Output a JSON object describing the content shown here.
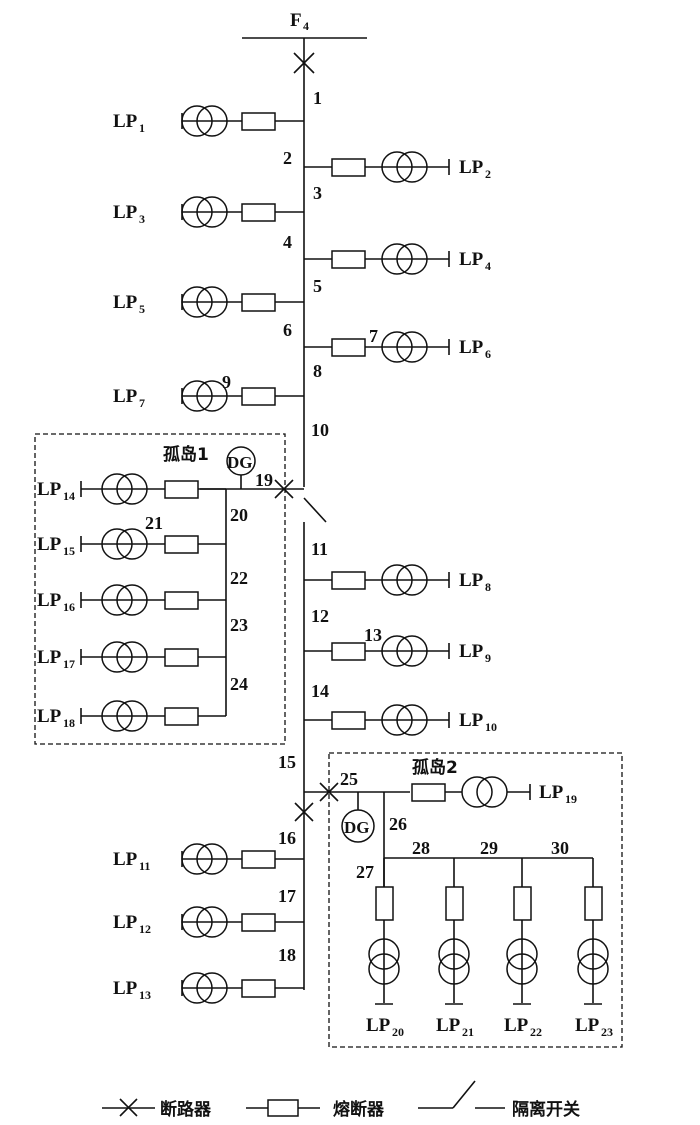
{
  "feeder": {
    "label": "F",
    "sub": "4"
  },
  "islands": [
    {
      "label": "孤岛1",
      "dg_label": "DG"
    },
    {
      "label": "孤岛2",
      "dg_label": "DG"
    }
  ],
  "main_loads": [
    {
      "id": "LP1",
      "sub": "1",
      "side": "left",
      "node": "1"
    },
    {
      "id": "LP2",
      "sub": "2",
      "side": "right",
      "node": "2"
    },
    {
      "id": "LP3",
      "sub": "3",
      "side": "left",
      "node": "3"
    },
    {
      "id": "LP4",
      "sub": "4",
      "side": "right",
      "node": "4"
    },
    {
      "id": "LP5",
      "sub": "5",
      "side": "left",
      "node": "5"
    },
    {
      "id": "LP6",
      "sub": "6",
      "side": "right",
      "node": "6"
    },
    {
      "id": "LP7",
      "sub": "7",
      "side": "left",
      "node": "8"
    },
    {
      "id": "LP8",
      "sub": "8",
      "side": "right",
      "node": "11"
    },
    {
      "id": "LP9",
      "sub": "9",
      "side": "right",
      "node": "12"
    },
    {
      "id": "LP10",
      "sub": "10",
      "side": "right",
      "node": "14"
    },
    {
      "id": "LP11",
      "sub": "11",
      "side": "left",
      "node": "16"
    },
    {
      "id": "LP12",
      "sub": "12",
      "side": "left",
      "node": "17"
    },
    {
      "id": "LP13",
      "sub": "13",
      "side": "left",
      "node": "18"
    }
  ],
  "island1_loads": [
    {
      "id": "LP14",
      "sub": "14"
    },
    {
      "id": "LP15",
      "sub": "15"
    },
    {
      "id": "LP16",
      "sub": "16"
    },
    {
      "id": "LP17",
      "sub": "17"
    },
    {
      "id": "LP18",
      "sub": "18"
    }
  ],
  "island2_loads": [
    {
      "id": "LP19",
      "sub": "19"
    },
    {
      "id": "LP20",
      "sub": "20"
    },
    {
      "id": "LP21",
      "sub": "21"
    },
    {
      "id": "LP22",
      "sub": "22"
    },
    {
      "id": "LP23",
      "sub": "23"
    }
  ],
  "node_numbers": [
    "1",
    "2",
    "3",
    "4",
    "5",
    "6",
    "7",
    "8",
    "9",
    "10",
    "11",
    "12",
    "13",
    "14",
    "15",
    "16",
    "17",
    "18",
    "19",
    "20",
    "21",
    "22",
    "23",
    "24",
    "25",
    "26",
    "27",
    "28",
    "29",
    "30"
  ],
  "legend": {
    "breaker": "断路器",
    "fuse": "熔断器",
    "isolator": "隔离开关"
  }
}
